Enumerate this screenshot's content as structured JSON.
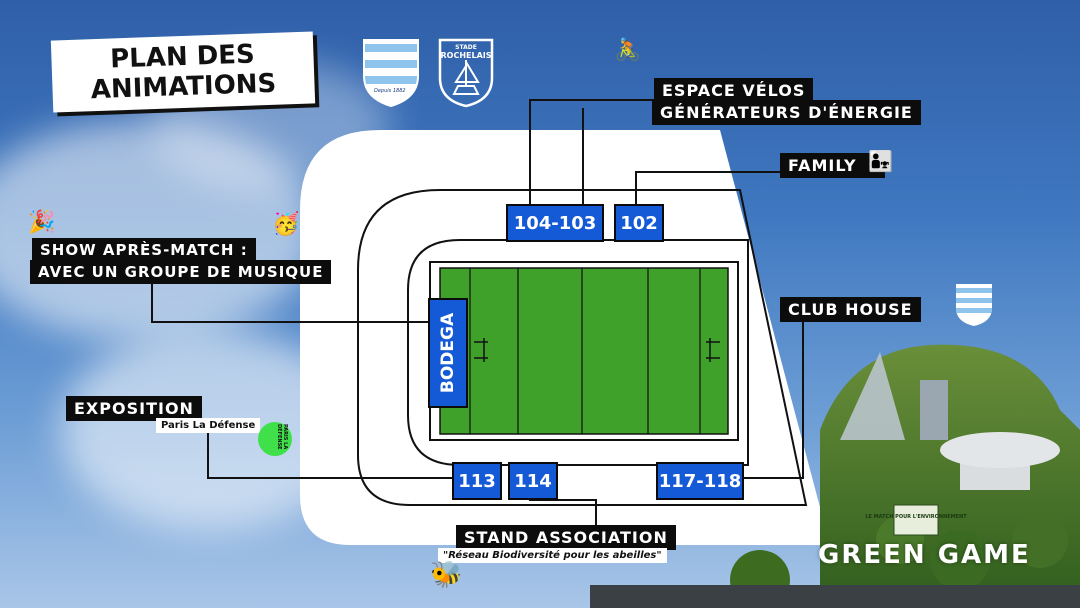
{
  "title": {
    "line1": "PLAN DES",
    "line2": "ANIMATIONS"
  },
  "logos": [
    {
      "name": "racing-92-logo",
      "text": "Depuis 1882"
    },
    {
      "name": "stade-rochelais-logo",
      "line1": "STADE",
      "line2": "ROCHELAIS"
    }
  ],
  "labels": {
    "espace_velos": "ESPACE VÉLOS",
    "generateurs": "GÉNÉRATEURS D'ÉNERGIE",
    "family": "FAMILY",
    "show_line1": "SHOW APRÈS-MATCH :",
    "show_line2": "AVEC UN GROUPE DE MUSIQUE",
    "club_house": "CLUB HOUSE",
    "exposition": "EXPOSITION",
    "exposition_sub": "Paris La Défense",
    "paris_la_defense_logo": "PARIS LA DÉFENSE",
    "stand_association": "STAND ASSOCIATION",
    "stand_sub": "\"Réseau Biodiversité pour les abeilles\"",
    "green_game": "GREEN GAME",
    "sign": "LE MATCH POUR L'ENVIRONNEMENT"
  },
  "sections": {
    "s104_103": "104-103",
    "s102": "102",
    "s113": "113",
    "s114": "114",
    "s117_118": "117-118",
    "bodega": "BODEGA"
  },
  "icons": [
    "cyclist-icon",
    "family-icon",
    "party-popper-icon",
    "party-face-icon",
    "bee-icon"
  ],
  "colors": {
    "section_blue": "#1459d6",
    "pitch_green": "#3fa12a",
    "label_black": "#0c0c0c"
  }
}
